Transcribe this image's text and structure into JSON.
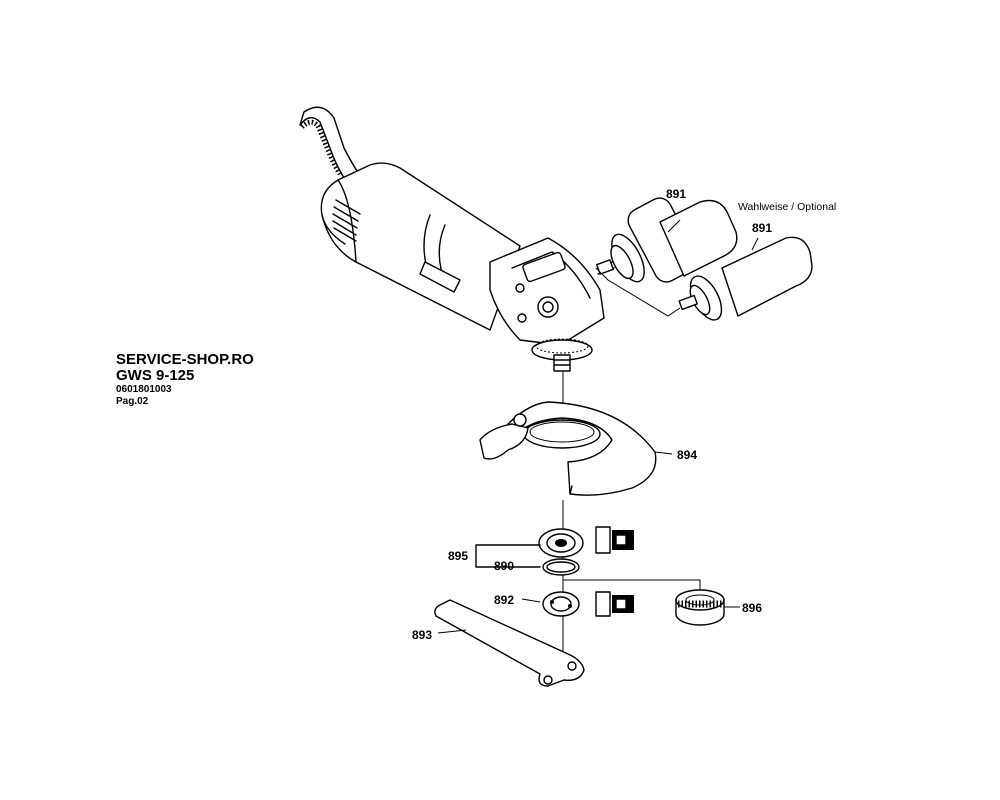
{
  "header": {
    "shop": "SERVICE-SHOP.RO",
    "model": "GWS 9-125",
    "code": "0601801003",
    "page": "Pag.02"
  },
  "option_note": "Wahlweise / Optional",
  "parts": [
    {
      "id": "891",
      "label": "891"
    },
    {
      "id": "891b",
      "label": "891"
    },
    {
      "id": "894",
      "label": "894"
    },
    {
      "id": "895",
      "label": "895"
    },
    {
      "id": "890",
      "label": "890"
    },
    {
      "id": "892",
      "label": "892"
    },
    {
      "id": "896",
      "label": "896"
    },
    {
      "id": "893",
      "label": "893"
    }
  ]
}
